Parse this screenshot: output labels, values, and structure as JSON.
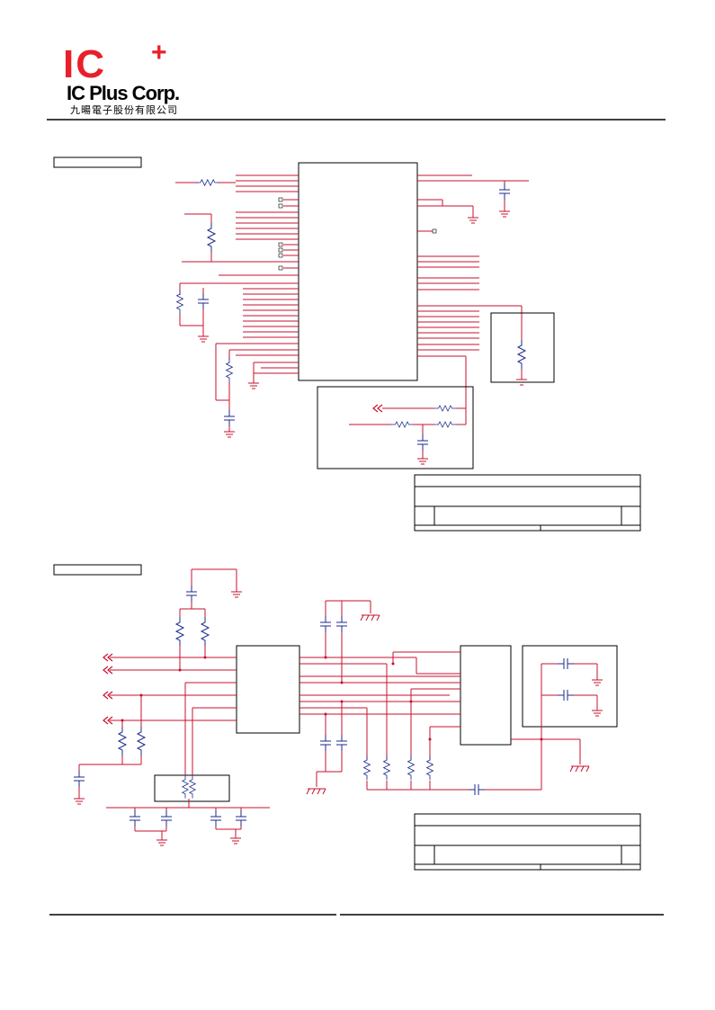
{
  "logo": {
    "mark": "IC",
    "plus": "+",
    "company": "IC Plus Corp.",
    "chinese": "九暘電子股份有限公司",
    "red": "#e8202a"
  },
  "colors": {
    "wire": "#c8102e",
    "component": "#1f2a8a",
    "outline": "#000000",
    "ground": "#c8102e"
  }
}
